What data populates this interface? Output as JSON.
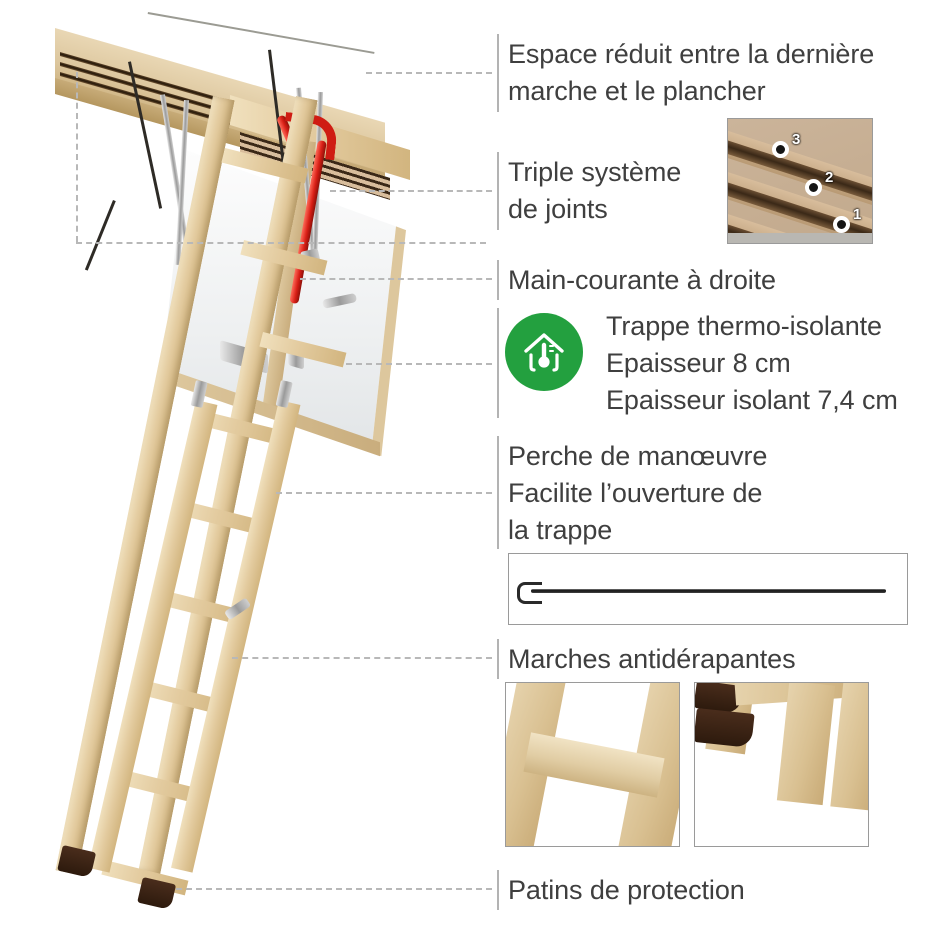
{
  "document": {
    "type": "product-infographic",
    "subject": "Échelle escamotable / trappe d'accès aux combles",
    "background_color": "#ffffff",
    "text_color": "#3f3f3f",
    "leader_color": "#b8b8b8"
  },
  "callouts": [
    {
      "id": "espace-reduit",
      "text": "Espace réduit entre la dernière\nmarche et le plancher",
      "lines": [
        "Espace réduit entre la dernière",
        "marche et le plancher"
      ]
    },
    {
      "id": "triple-joints",
      "text": "Triple système\nde joints",
      "lines": [
        "Triple système",
        "de joints"
      ]
    },
    {
      "id": "main-courante",
      "text": "Main-courante à droite",
      "lines": [
        "Main-courante à droite"
      ]
    },
    {
      "id": "perche",
      "text": "Perche de manœuvre\nFacilite l’ouverture de\nla trappe",
      "lines": [
        "Perche de manœuvre",
        "Facilite l’ouverture de",
        "la trappe"
      ]
    },
    {
      "id": "marches",
      "text": "Marches antidérapantes",
      "lines": [
        "Marches antidérapantes"
      ]
    },
    {
      "id": "patins",
      "text": "Patins de protection",
      "lines": [
        "Patins de protection"
      ]
    }
  ],
  "thermal_feature": {
    "icon": "house-thermometer-icon",
    "icon_color": "#23a03f",
    "line1": "Trappe thermo-isolante",
    "line2": "Epaisseur 8 cm",
    "line3": "Epaisseur isolant 7,4 cm"
  },
  "joint_photo": {
    "name": "triple-joint-detail-photo",
    "markers": [
      "3",
      "2",
      "1"
    ]
  },
  "pole_photo": {
    "name": "operating-pole-photo"
  },
  "step_photo": {
    "name": "anti-slip-step-detail-photo"
  },
  "feet_photo": {
    "name": "protective-feet-detail-photo"
  },
  "product_image": {
    "name": "loft-ladder-product-illustration",
    "alt": "Échelle escamotable en bois avec trappe isolée et main-courante rouge"
  }
}
